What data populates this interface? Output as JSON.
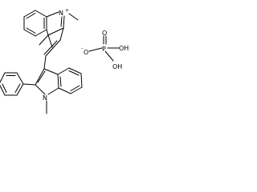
{
  "structure": {
    "atoms": {
      "indolium_n": "N",
      "indolium_n_charge": "+",
      "indolium_n_methyl": "",
      "indole_n": "N",
      "phosphate_o_anion": "O",
      "phosphate_o_charge": "-",
      "phosphate_p": "P",
      "phosphate_oh_top": "OH",
      "phosphate_oh_bottom": "OH",
      "phosphate_o_double": "O"
    }
  }
}
